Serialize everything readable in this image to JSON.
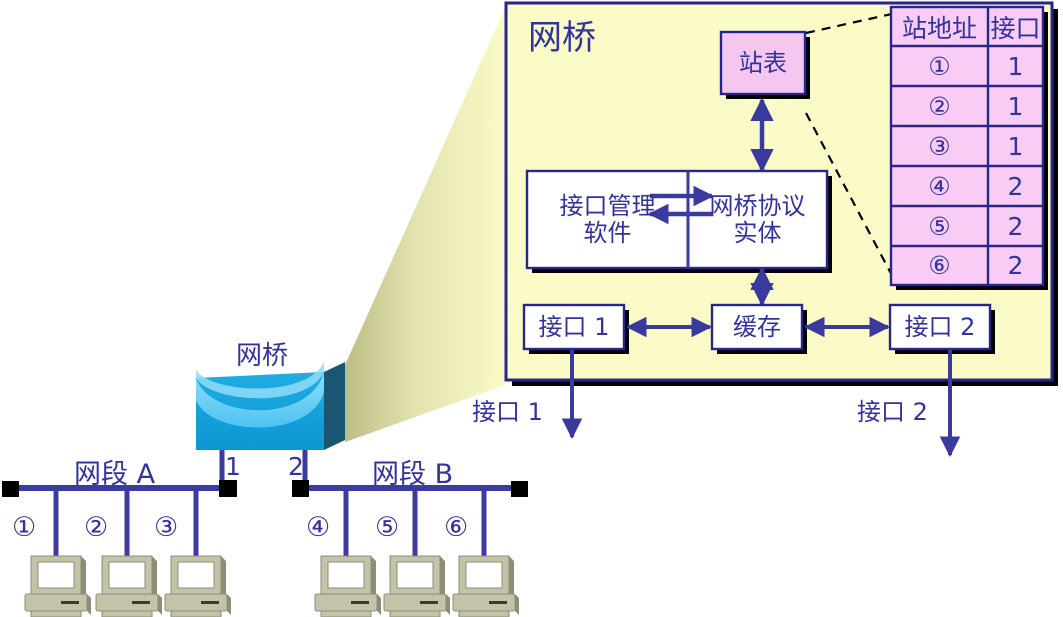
{
  "diagram": {
    "title_bridge_icon": "网桥",
    "panel_title": "网桥",
    "station_table_box": "站表",
    "iface_mgmt_software": "接口管理\n软件",
    "bridge_protocol_entity": "网桥协议\n实体",
    "port1_box": "接口 1",
    "buffer_box": "缓存",
    "port2_box": "接口 2",
    "port1_outside_label": "接口 1",
    "port2_outside_label": "接口 2",
    "segment_a_label": "网段 A",
    "segment_b_label": "网段 B",
    "bridge_port_1": "1",
    "bridge_port_2": "2"
  },
  "table": {
    "headers": [
      "站地址",
      "接口"
    ],
    "rows": [
      {
        "station": "①",
        "port": "1"
      },
      {
        "station": "②",
        "port": "1"
      },
      {
        "station": "③",
        "port": "1"
      },
      {
        "station": "④",
        "port": "2"
      },
      {
        "station": "⑤",
        "port": "2"
      },
      {
        "station": "⑥",
        "port": "2"
      }
    ]
  },
  "stations": {
    "segment_a": [
      "①",
      "②",
      "③"
    ],
    "segment_b": [
      "④",
      "⑤",
      "⑥"
    ]
  },
  "colors": {
    "ink": "#3333A0",
    "arrow": "#3A3A9E",
    "panel_fill": "#FBFBC8",
    "panel_border": "#26268C",
    "table_fill": "#F8CCF4",
    "table_border": "#26268C",
    "pink_box_fill": "#F4C6F0",
    "white_box_fill": "#FFFFFF",
    "bridge_front": "#17A3DC",
    "bridge_top_light": "#63CDF4",
    "bridge_side_dark": "#1A5571",
    "beam_near": "#BFBF8A",
    "beam_far": "#FBFBC8",
    "bus_line": "#3B3BA0",
    "terminator": "#000000",
    "computer_body": "#B4B49A",
    "computer_screen": "#FFFFFF",
    "shadow": "#000000"
  }
}
